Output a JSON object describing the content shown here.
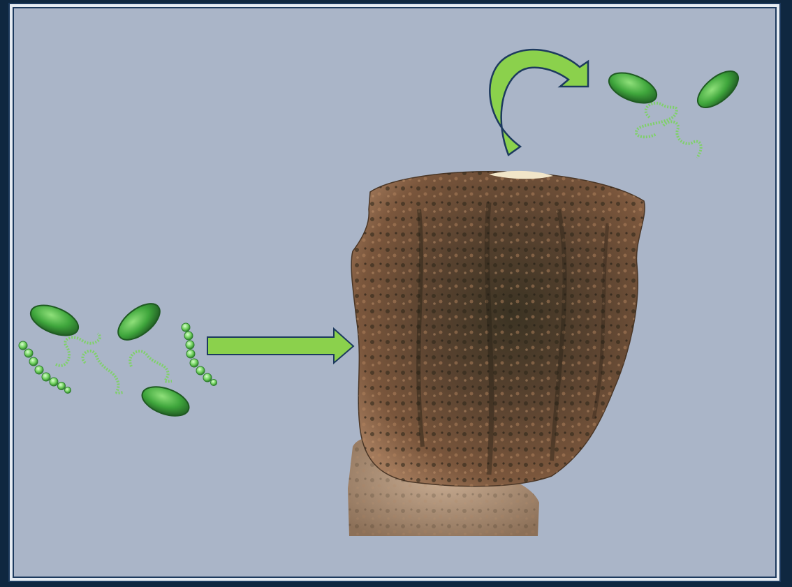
{
  "diagram": {
    "colors": {
      "outer_background": "#0f2740",
      "panel_fill": "#aab5c8",
      "panel_border": "#1d3a5e",
      "arrow_fill": "#8bd14c",
      "arrow_outline": "#1d3a5e",
      "microbe_green": "#3fa63c",
      "microbe_light": "#9fe07f",
      "sponge_brown": "#6b4a33",
      "sponge_dark": "#2f2a1f"
    },
    "elements": [
      "microbe-cluster-intake",
      "intake-arrow",
      "sea-sponge",
      "release-arrow",
      "microbe-cluster-released"
    ]
  }
}
